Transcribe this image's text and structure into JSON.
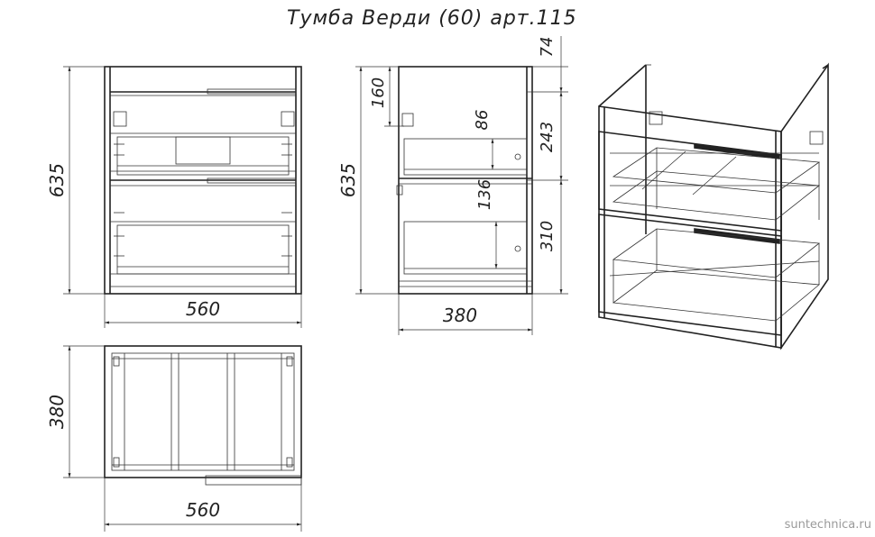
{
  "title": "Тумба Верди (60) арт.115",
  "watermark": "suntechnica.ru",
  "front_view": {
    "height": "635",
    "width": "560"
  },
  "side_view": {
    "height": "635",
    "width": "380",
    "top_offset": "160",
    "drawer1_depth": "86",
    "drawer2_depth": "136",
    "gap_top": "74",
    "upper_section": "243",
    "lower_section": "310"
  },
  "top_view": {
    "depth": "380",
    "width": "560"
  },
  "colors": {
    "line": "#222222",
    "background": "#ffffff",
    "watermark": "#9a9a9a"
  }
}
